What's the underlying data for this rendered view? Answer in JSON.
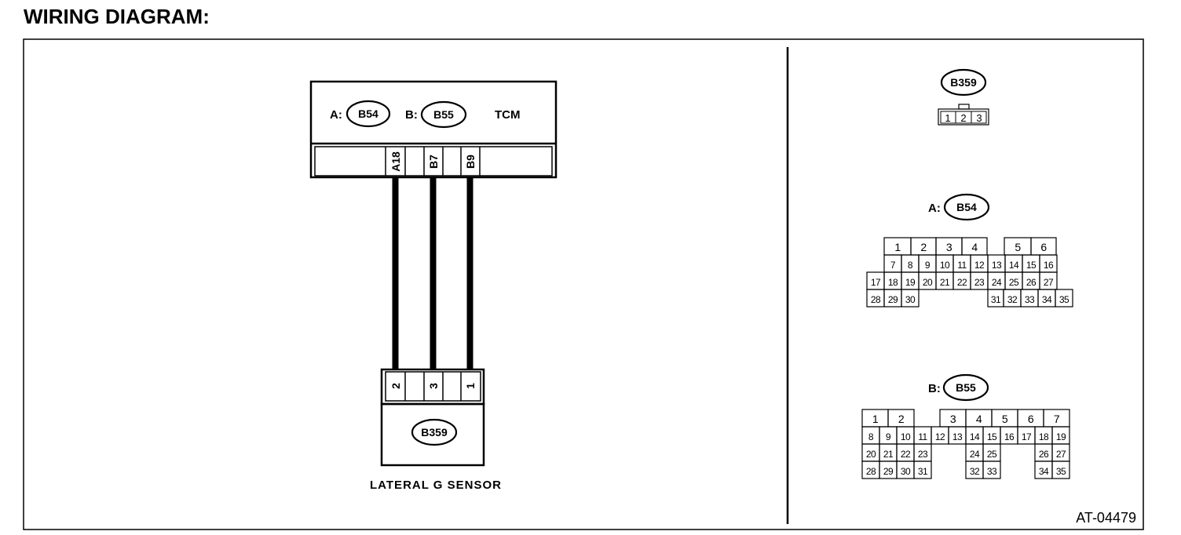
{
  "page": {
    "title": "WIRING DIAGRAM:",
    "top_cut_text": "",
    "code": "AT-04479"
  },
  "tcm": {
    "label": "TCM",
    "conn_a_prefix": "A:",
    "conn_a_id": "B54",
    "conn_b_prefix": "B:",
    "conn_b_id": "B55",
    "terminals": [
      "A18",
      "B7",
      "B9"
    ]
  },
  "sensor": {
    "label": "LATERAL G SENSOR",
    "connector_id": "B359",
    "terminals": [
      "2",
      "3",
      "1"
    ]
  },
  "connector_views": {
    "b359": {
      "id": "B359",
      "pins": [
        "1",
        "2",
        "3"
      ]
    },
    "b54": {
      "prefix": "A:",
      "id": "B54",
      "rows": [
        [
          "",
          "1",
          "2",
          "3",
          "4",
          "",
          "5",
          "6"
        ],
        [
          "",
          "7",
          "8",
          "9",
          "10",
          "11",
          "12",
          "13",
          "14",
          "15",
          "16"
        ],
        [
          "17",
          "18",
          "19",
          "20",
          "21",
          "22",
          "23",
          "24",
          "25",
          "26",
          "27"
        ],
        [
          "28",
          "29",
          "30",
          "",
          "",
          "",
          "",
          "31",
          "32",
          "33",
          "34",
          "35"
        ]
      ]
    },
    "b55": {
      "prefix": "B:",
      "id": "B55",
      "rows": [
        [
          "1",
          "2",
          "",
          "3",
          "4",
          "5",
          "6",
          "7"
        ],
        [
          "8",
          "9",
          "10",
          "11",
          "12",
          "13",
          "14",
          "15",
          "16",
          "17",
          "18",
          "19"
        ],
        [
          "20",
          "21",
          "22",
          "23",
          "",
          "",
          "24",
          "25",
          "",
          "",
          "26",
          "27"
        ],
        [
          "28",
          "29",
          "30",
          "31",
          "",
          "",
          "32",
          "33",
          "",
          "",
          "34",
          "35"
        ]
      ]
    }
  }
}
